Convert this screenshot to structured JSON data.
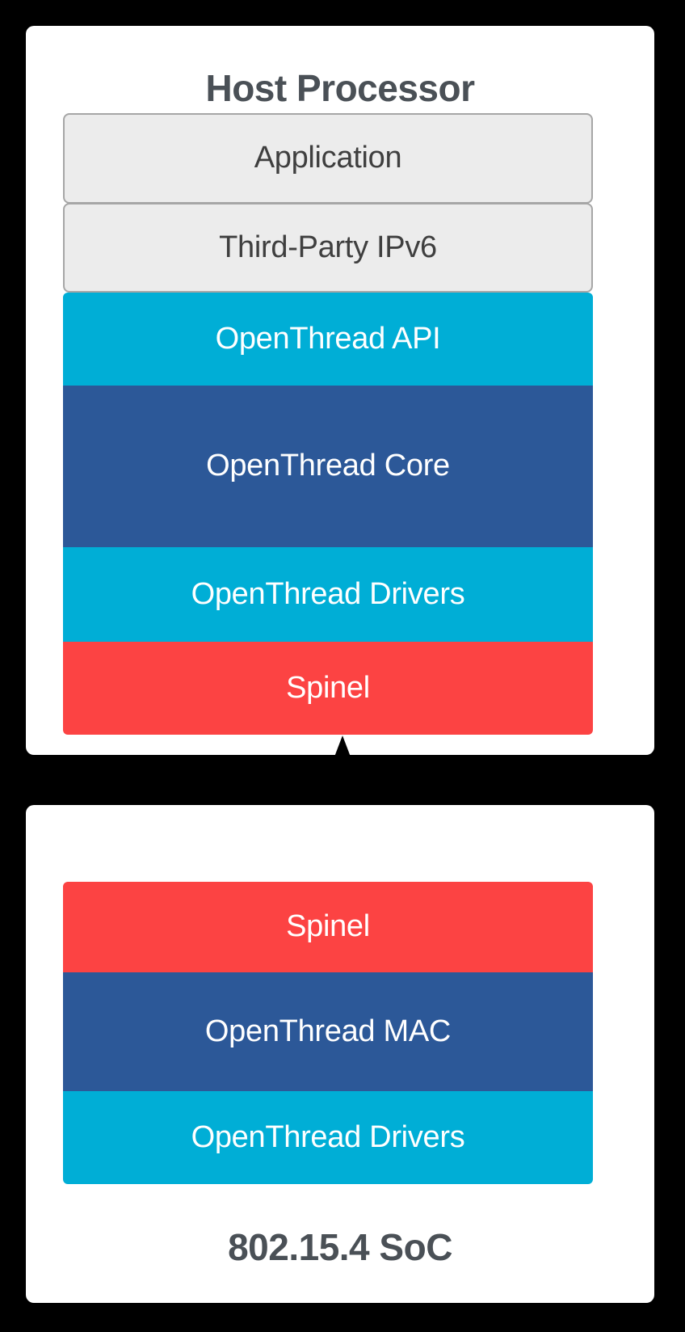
{
  "diagram": {
    "title_visible": false,
    "background_color": "#000000",
    "palette": {
      "neutral_fill": "#ececec",
      "neutral_border": "#a6a6a6",
      "neutral_text": "#3f3f3f",
      "cyan": "#00aed6",
      "navy": "#2c5898",
      "red": "#fc4343",
      "card_background": "#ffffff",
      "heading_text": "#4a5056",
      "connector": "#000000"
    }
  },
  "host_card": {
    "title": "Host Processor",
    "layers": [
      {
        "label": "Application",
        "style": "neutral"
      },
      {
        "label": "Third-Party IPv6",
        "style": "neutral"
      },
      {
        "label": "OpenThread API",
        "style": "cyan"
      },
      {
        "label": "OpenThread Core",
        "style": "navy"
      },
      {
        "label": "OpenThread Drivers",
        "style": "cyan"
      },
      {
        "label": "Spinel",
        "style": "red"
      }
    ]
  },
  "soc_card": {
    "title": "802.15.4 SoC",
    "layers": [
      {
        "label": "Spinel",
        "style": "red"
      },
      {
        "label": "OpenThread MAC",
        "style": "navy"
      },
      {
        "label": "OpenThread Drivers",
        "style": "cyan"
      }
    ]
  },
  "connector": {
    "direction": "bidirectional",
    "up_label": "",
    "down_label": ""
  }
}
